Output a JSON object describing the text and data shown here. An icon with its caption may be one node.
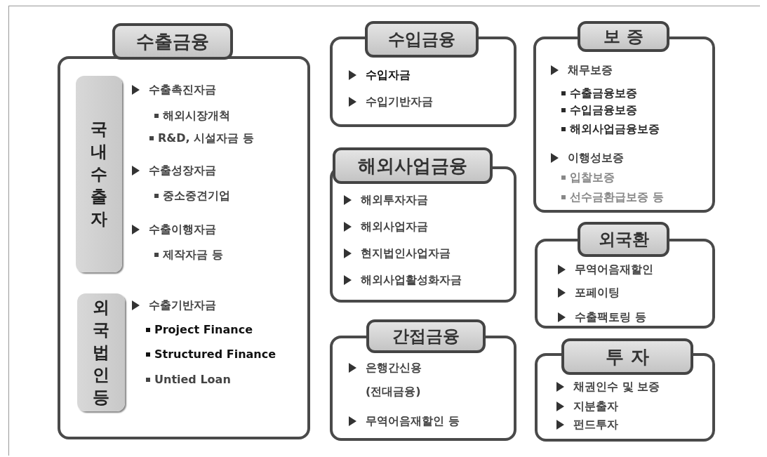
{
  "diagram": {
    "nodes": [
      {
        "text": [
          "수출금융",
          "수출촉진자금",
          "해외시장개척",
          "R&D, 시설자금 등",
          "수출성장자금",
          "중소중견기업",
          "수출이행자금",
          "제작자금 등",
          "수출기반자금",
          "Project Finance",
          "Structured Finance",
          "Untied Loan"
        ]
      },
      {
        "text": [
          "국내 수출자"
        ],
        "in": 0
      },
      {
        "text": [
          "외국법인 등"
        ],
        "in": 0
      },
      {
        "text": [
          "수입금융",
          "수입자금",
          "수입기반자금"
        ]
      },
      {
        "text": [
          "해외사업금융",
          "해외투자자금",
          "해외사업자금",
          "현지법인사업자금",
          "해외사업활성화자금"
        ]
      },
      {
        "text": [
          "간접금융",
          "은행간신용 (전대금융)",
          "무역어음재할인 등"
        ]
      },
      {
        "text": [
          "보 증",
          "채무보증",
          "수출금융보증",
          "수입금융보증",
          "해외사업금융보증",
          "이행성보증",
          "입찰보증",
          "선수금환급보증 등"
        ]
      },
      {
        "text": [
          "외국환",
          "무역어음재할인",
          "포페이팅",
          "수출팩토링 등"
        ]
      },
      {
        "text": [
          "투 자",
          "채권인수 및 보증",
          "지분출자",
          "펀드투자"
        ]
      }
    ],
    "edges": []
  }
}
